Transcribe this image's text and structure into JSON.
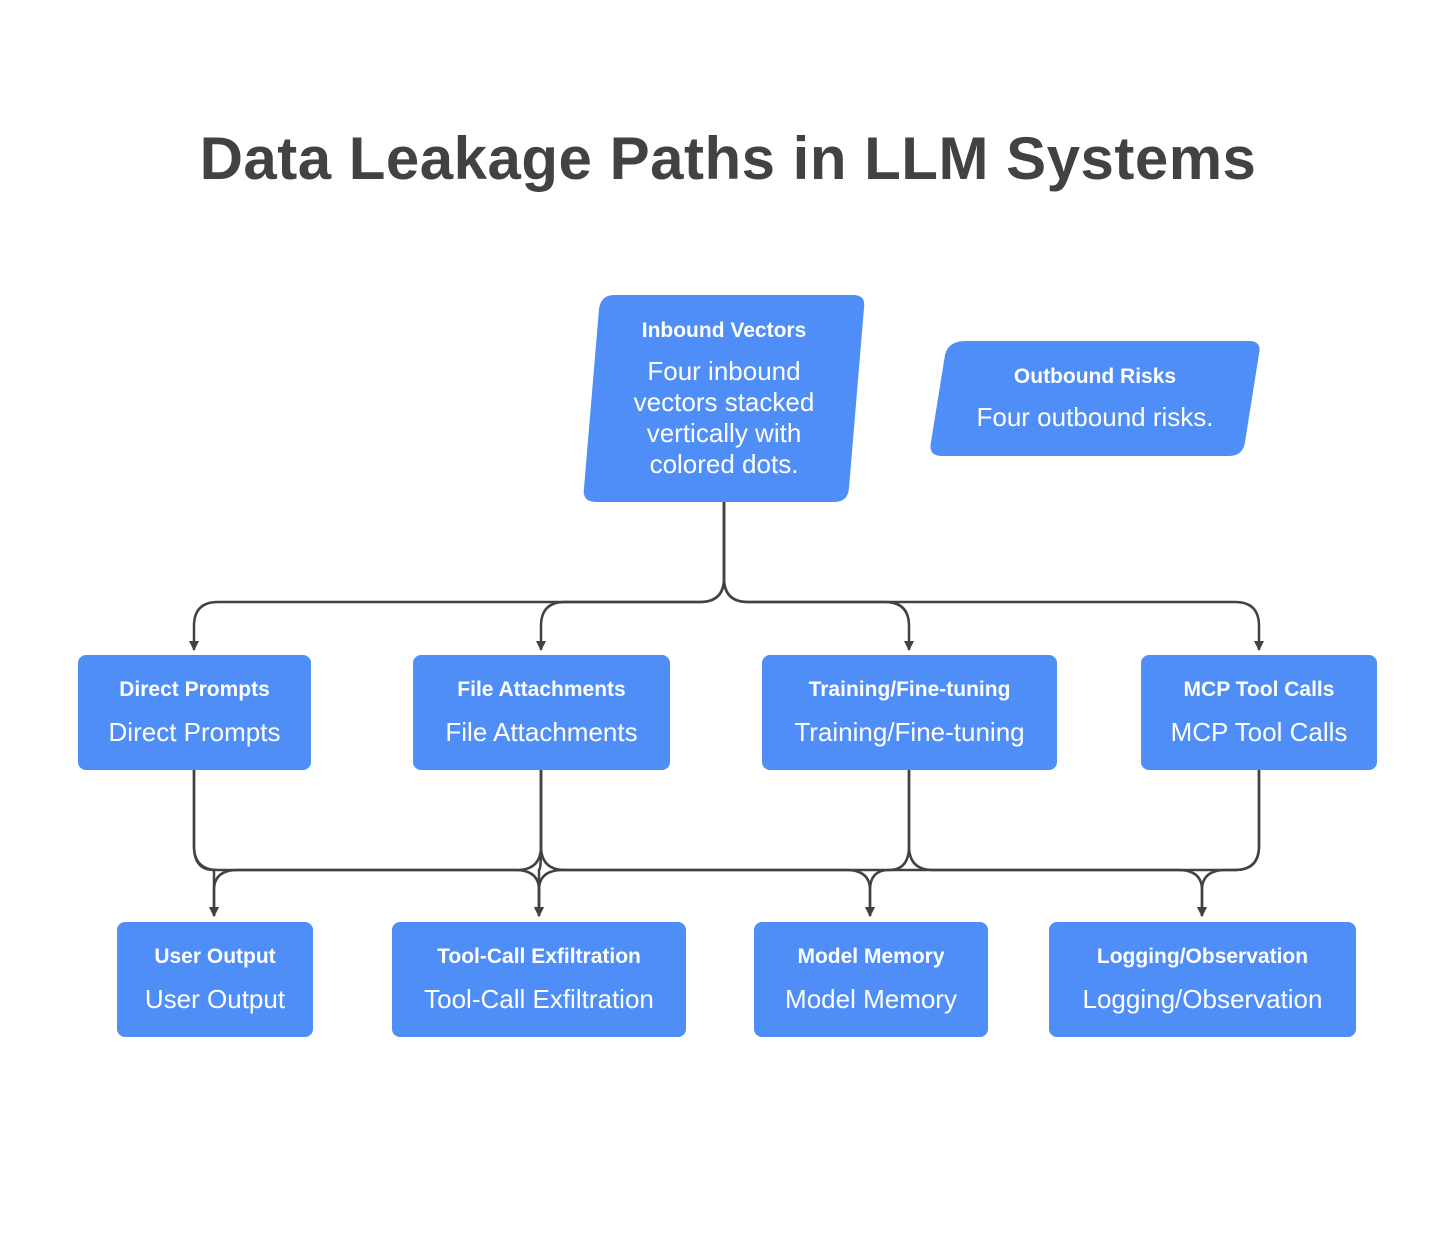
{
  "title": "Data Leakage Paths in LLM Systems",
  "colors": {
    "node_fill": "#4F8EF7",
    "edge": "#424242",
    "text": "#ffffff",
    "title": "#424242"
  },
  "nodes": {
    "inbound_vectors": {
      "title": "Inbound Vectors",
      "description": "Four inbound vectors stacked vertically with colored dots."
    },
    "outbound_risks": {
      "title": "Outbound Risks",
      "description": "Four outbound risks."
    },
    "direct_prompts": {
      "title": "Direct Prompts",
      "description": "Direct Prompts"
    },
    "file_attachments": {
      "title": "File Attachments",
      "description": "File Attachments"
    },
    "training_finetuning": {
      "title": "Training/Fine-tuning",
      "description": "Training/Fine-tuning"
    },
    "mcp_tool_calls": {
      "title": "MCP Tool Calls",
      "description": "MCP Tool Calls"
    },
    "user_output": {
      "title": "User Output",
      "description": "User Output"
    },
    "tool_call_exfiltration": {
      "title": "Tool-Call Exfiltration",
      "description": "Tool-Call Exfiltration"
    },
    "model_memory": {
      "title": "Model Memory",
      "description": "Model Memory"
    },
    "logging_observation": {
      "title": "Logging/Observation",
      "description": "Logging/Observation"
    }
  },
  "edges": [
    {
      "from": "inbound_vectors",
      "to": "direct_prompts"
    },
    {
      "from": "inbound_vectors",
      "to": "file_attachments"
    },
    {
      "from": "inbound_vectors",
      "to": "training_finetuning"
    },
    {
      "from": "inbound_vectors",
      "to": "mcp_tool_calls"
    },
    {
      "from": "direct_prompts",
      "to": "user_output"
    },
    {
      "from": "direct_prompts",
      "to": "tool_call_exfiltration"
    },
    {
      "from": "file_attachments",
      "to": "user_output"
    },
    {
      "from": "file_attachments",
      "to": "tool_call_exfiltration"
    },
    {
      "from": "file_attachments",
      "to": "model_memory"
    },
    {
      "from": "training_finetuning",
      "to": "model_memory"
    },
    {
      "from": "training_finetuning",
      "to": "logging_observation"
    },
    {
      "from": "mcp_tool_calls",
      "to": "tool_call_exfiltration"
    },
    {
      "from": "mcp_tool_calls",
      "to": "logging_observation"
    }
  ]
}
